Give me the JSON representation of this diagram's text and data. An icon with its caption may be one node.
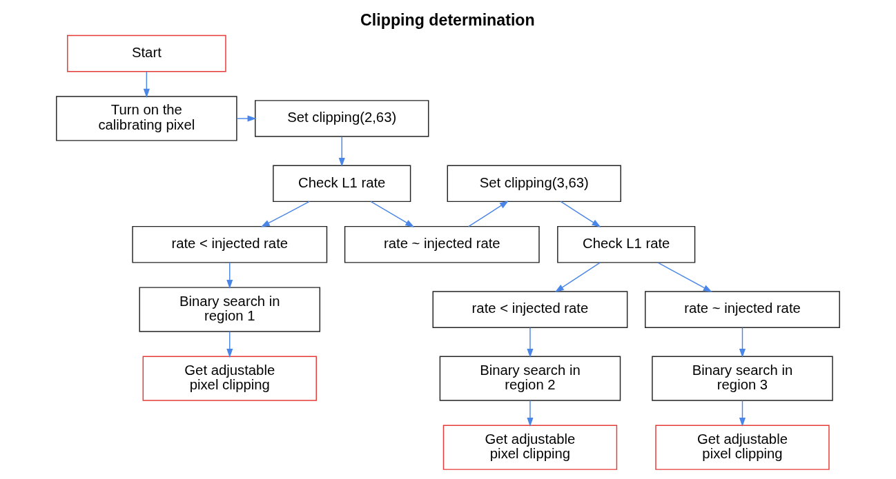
{
  "diagram": {
    "title": "Clipping determination",
    "nodes": [
      {
        "text": [
          "Start"
        ]
      },
      {
        "text": [
          "Turn on the calibrating pixel"
        ]
      },
      {
        "text": [
          "Set clipping(2,63)"
        ]
      },
      {
        "text": [
          "Check L1 rate"
        ]
      },
      {
        "text": [
          "rate < injected rate"
        ]
      },
      {
        "text": [
          "rate ~ injected rate"
        ]
      },
      {
        "text": [
          "Set clipping(3,63)"
        ]
      },
      {
        "text": [
          "Check L1 rate"
        ]
      },
      {
        "text": [
          "rate < injected rate"
        ]
      },
      {
        "text": [
          "rate ~ injected rate"
        ]
      },
      {
        "text": [
          "Binary search in region 1"
        ]
      },
      {
        "text": [
          "Binary search in region 2"
        ]
      },
      {
        "text": [
          "Binary search in region 3"
        ]
      },
      {
        "text": [
          "Get adjustable pixel clipping"
        ]
      },
      {
        "text": [
          "Get adjustable pixel clipping"
        ]
      },
      {
        "text": [
          "Get adjustable pixel clipping"
        ]
      }
    ],
    "edges": [
      {
        "from": 0,
        "to": 1,
        "arrow": "to"
      },
      {
        "from": 1,
        "to": 2,
        "arrow": "to"
      },
      {
        "from": 2,
        "to": 3,
        "arrow": "to"
      },
      {
        "from": 3,
        "to": 4,
        "arrow": "to"
      },
      {
        "from": 3,
        "to": 5,
        "arrow": "to"
      },
      {
        "from": 5,
        "to": 6,
        "arrow": "to"
      },
      {
        "from": 6,
        "to": 7,
        "arrow": "to"
      },
      {
        "from": 7,
        "to": 8,
        "arrow": "to"
      },
      {
        "from": 7,
        "to": 9,
        "arrow": "to"
      },
      {
        "from": 4,
        "to": 10,
        "arrow": "to"
      },
      {
        "from": 8,
        "to": 11,
        "arrow": "to"
      },
      {
        "from": 9,
        "to": 12,
        "arrow": "to"
      },
      {
        "from": 10,
        "to": 13,
        "arrow": "to"
      },
      {
        "from": 11,
        "to": 14,
        "arrow": "to"
      },
      {
        "from": 12,
        "to": 15,
        "arrow": "to"
      }
    ]
  }
}
